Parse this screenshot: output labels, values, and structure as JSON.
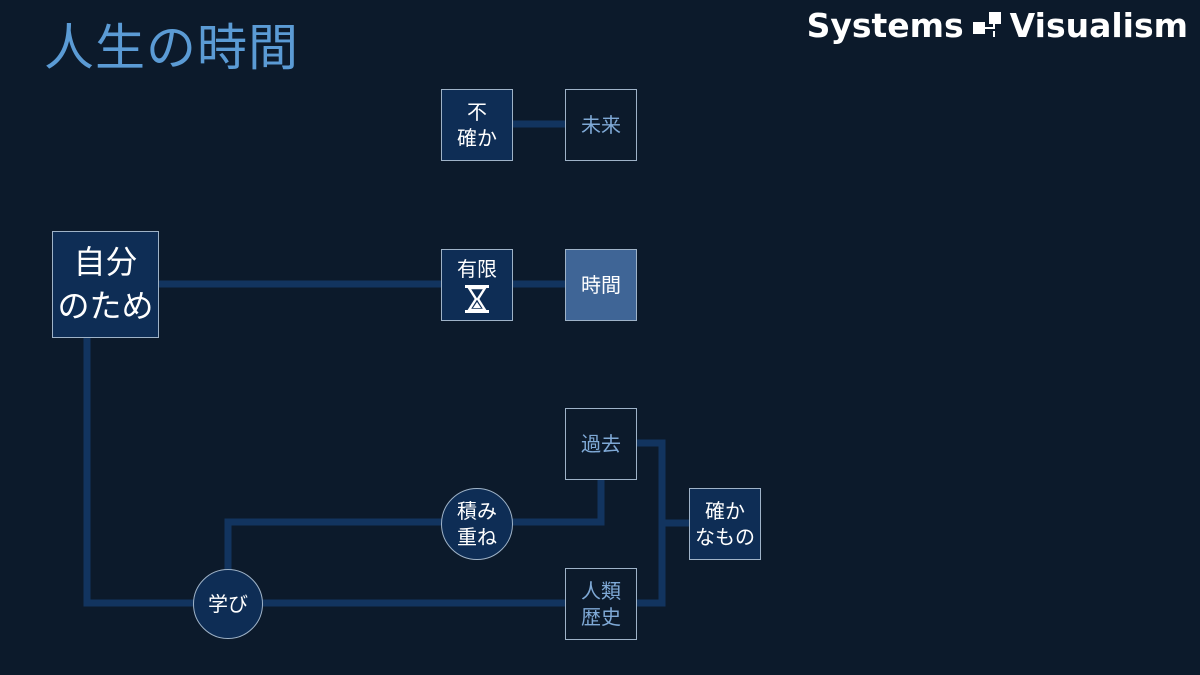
{
  "header": {
    "title": "人生の時間",
    "brand": "Systems",
    "brand_suffix": "Visualism"
  },
  "nodes": {
    "uncertain": [
      "不",
      "確か"
    ],
    "future": [
      "未来"
    ],
    "self": [
      "自分",
      "のため"
    ],
    "limited": [
      "有限"
    ],
    "time": [
      "時間"
    ],
    "past": [
      "過去"
    ],
    "accumulate": [
      "積み",
      "重ね"
    ],
    "certain": [
      "確か",
      "なもの"
    ],
    "learning": [
      "学び"
    ],
    "history": [
      "人類",
      "歴史"
    ]
  },
  "icons": {
    "limited": "hourglass-icon",
    "brand": "systems-logo-icon"
  },
  "colors": {
    "background": "#0c1a2b",
    "title": "#5b9bd5",
    "line": "#12345f",
    "box_dark": "#0e2d55",
    "box_lit": "#3f6596",
    "outline_text": "#7fa9d6"
  }
}
